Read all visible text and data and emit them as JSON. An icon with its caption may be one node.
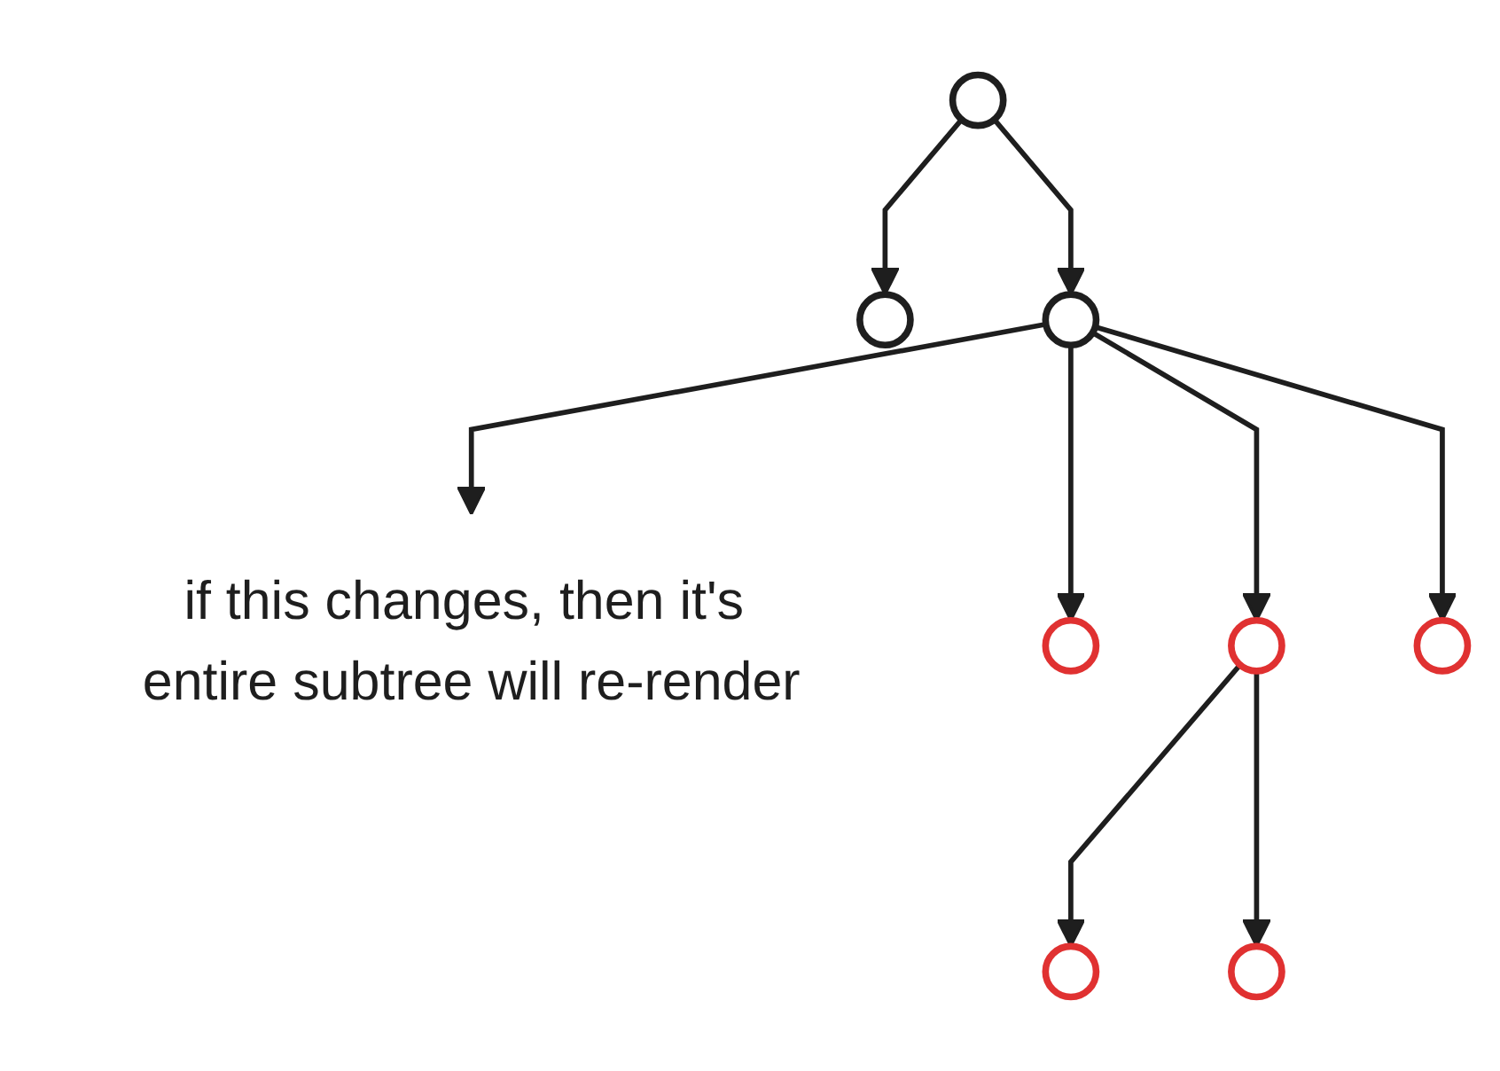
{
  "diagram": {
    "nodes": [
      {
        "text": [],
        "shape": "circle"
      },
      {
        "text": [],
        "shape": "circle"
      },
      {
        "text": [],
        "shape": "circle"
      },
      {
        "text": [
          "if this changes, then it's entire subtree will re-render"
        ]
      },
      {
        "text": [],
        "shape": "circle"
      },
      {
        "text": [],
        "shape": "circle"
      },
      {
        "text": [],
        "shape": "circle"
      },
      {
        "text": [],
        "shape": "circle"
      },
      {
        "text": [],
        "shape": "circle"
      }
    ],
    "edges": [
      {
        "from": 0,
        "to": 1,
        "arrow": "to"
      },
      {
        "from": 0,
        "to": 2,
        "arrow": "to"
      },
      {
        "from": 2,
        "to": 3,
        "arrow": "to"
      },
      {
        "from": 2,
        "to": 4,
        "arrow": "to"
      },
      {
        "from": 2,
        "to": 5,
        "arrow": "to"
      },
      {
        "from": 2,
        "to": 6,
        "arrow": "to"
      },
      {
        "from": 5,
        "to": 7,
        "arrow": "to"
      },
      {
        "from": 5,
        "to": 8,
        "arrow": "to"
      }
    ]
  }
}
